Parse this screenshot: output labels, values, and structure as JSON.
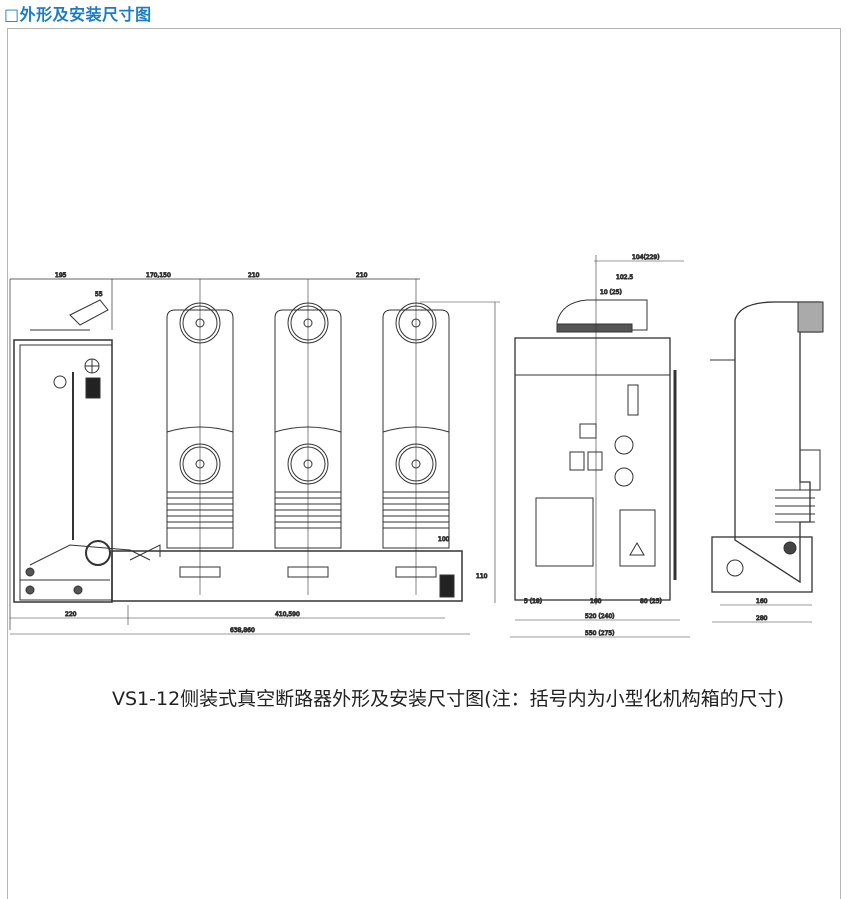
{
  "header": {
    "title": "□外形及安装尺寸图"
  },
  "caption": "VS1-12侧装式真空断路器外形及安装尺寸图(注：括号内为小型化机构箱的尺寸)",
  "dimensions": {
    "front": [
      "195",
      "170,150",
      "210",
      "210",
      "55",
      "220",
      "638,860",
      "410,590",
      "100",
      "110"
    ],
    "side": [
      "104(229)",
      "102.5",
      "10 (25)",
      "520 (240)",
      "550 (275)",
      "5 (18)",
      "160",
      "80 (25)",
      "160",
      "280"
    ]
  },
  "colors": {
    "header": "#1b7cc4",
    "line": "#333333"
  }
}
